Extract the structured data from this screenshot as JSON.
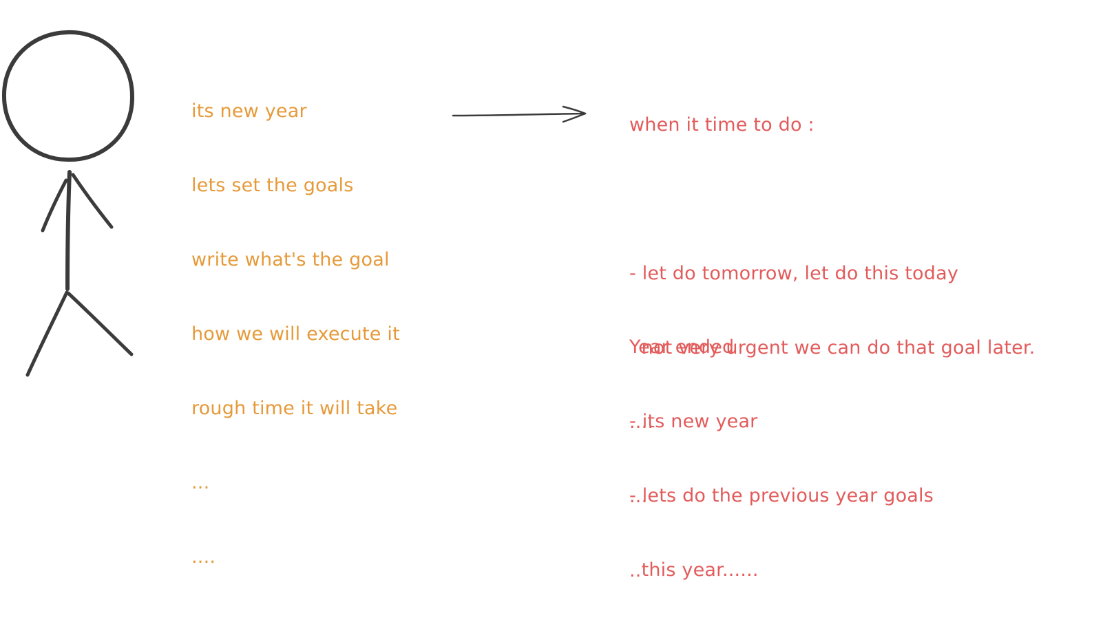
{
  "colors": {
    "ink": "#3b3b3b",
    "orange": "#e59a3a",
    "red": "#e25b5b"
  },
  "icons": {
    "person": "stick-figure-icon",
    "arrow": "arrow-right-icon"
  },
  "left_notes": {
    "lines": [
      "its new year",
      "lets set the goals",
      "write what's the goal",
      "how we will execute it",
      "rough time it will take",
      "...",
      "...."
    ]
  },
  "plan_notes": {
    "lines": [
      "when it time to do :",
      "",
      "- let do tomorrow, let do this today",
      "  not very urgent we can do that goal later.",
      "....",
      "...",
      ".."
    ]
  },
  "end_notes": {
    "lines": [
      "Year ended",
      "- its new year",
      "- lets do the previous year goals",
      "  this year......"
    ]
  }
}
